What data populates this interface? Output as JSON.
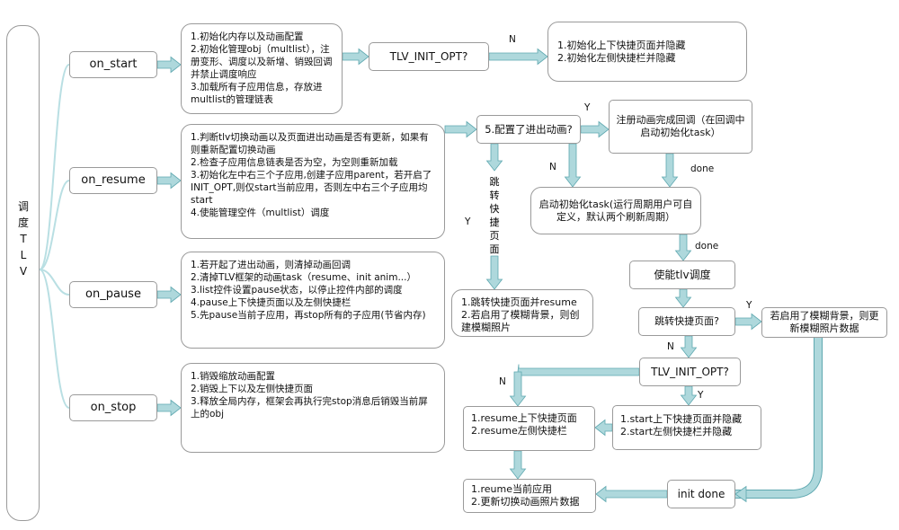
{
  "sidebar": {
    "title": "调\n度\nT\nL\nV"
  },
  "stages": {
    "on_start": "on_start",
    "on_resume": "on_resume",
    "on_pause": "on_pause",
    "on_stop": "on_stop"
  },
  "descriptions": {
    "start": "1.初始化内存以及动画配置\n2.初始化管理obj（multlist），注册变形、调度以及新增、销毁回调并禁止调度响应\n3.加载所有子应用信息，存放进multlist的管理链表",
    "resume": "1.判断tlv切换动画以及页面进出动画是否有更新，如果有则重新配置切换动画\n2.检查子应用信息链表是否为空，为空则重新加载\n3.初始化左中右三个子应用,创建子应用parent，若开启了INIT_OPT,则仅start当前应用，否则左中右三个子应用均start\n4.使能管理空件（multlist）调度",
    "pause": "1.若开起了进出动画，则清掉动画回调\n2.清掉TLV框架的动画task（resume、init anim...）\n3.list控件设置pause状态，以停止控件内部的调度\n4.pause上下快捷页面以及左侧快捷栏\n5.先pause当前子应用，再stop所有的子应用(节省内存)",
    "stop": "1.销毁缩放动画配置\n2.销毁上下以及左侧快捷页面\n3.释放全局内存，框架会再执行完stop消息后销毁当前屏上的obj"
  },
  "nodes": {
    "init_opt_top": "TLV_INIT_OPT?",
    "init_hide": "1.初始化上下快捷页面并隐藏\n2.初始化左侧快捷栏并隐藏",
    "cfg_anim": "5.配置了进出动画?",
    "reg_cb": "注册动画完成回调（在回调中启动初始化task）",
    "start_task": "启动初始化task(运行周期用户可自定义，默认两个刷新周期）",
    "jump_vertical": "跳\n转\n快\n捷\n页\n面",
    "jump_result": "1.跳转快捷页面并resume\n2.若启用了模糊背景，则创建模糊照片",
    "enable_tlv": "使能tlv调度",
    "jump_q": "跳转快捷页面?",
    "blur_update": "若启用了模糊背景，则更新模糊照片数据",
    "init_opt_mid": "TLV_INIT_OPT?",
    "resume_shortcuts": "1.resume上下快捷页面2.resume左侧快捷栏",
    "start_shortcuts": "1.start上下快捷页面并隐藏\n2.start左侧快捷栏并隐藏",
    "resume_cur": "1.reume当前应用\n2.更新切换动画照片数据",
    "init_done": "init done"
  },
  "edge_labels": {
    "n_top": "N",
    "y_cfg": "Y",
    "n_cfg": "N",
    "done_1": "done",
    "done_2": "done",
    "y_jump_left": "Y",
    "y_jump": "Y",
    "n_jump": "N",
    "n_opt": "N",
    "y_opt": "Y"
  },
  "colors": {
    "arrow_fill": "#aed8dc",
    "arrow_stroke": "#5fa8b0",
    "connector": "#b9dfe3",
    "border": "#9a9a9a"
  }
}
